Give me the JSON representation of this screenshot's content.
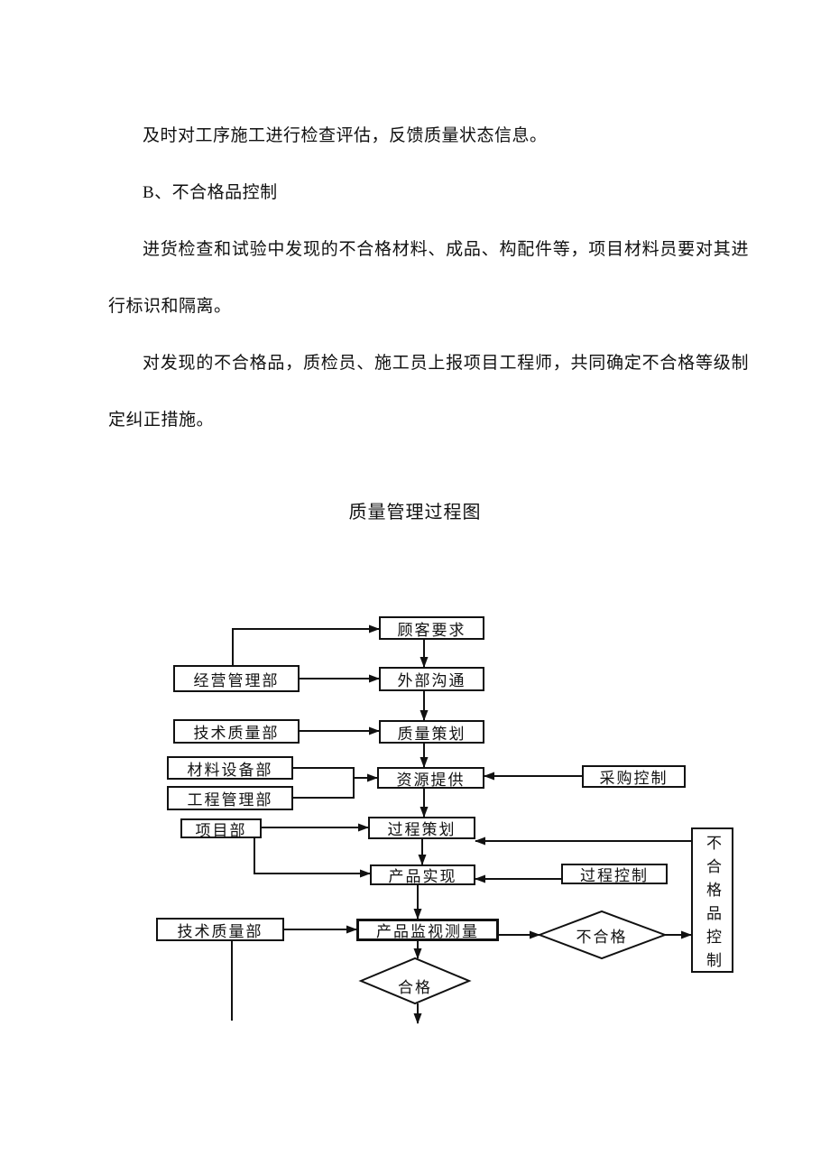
{
  "document": {
    "paragraphs": [
      "及时对工序施工进行检查评估，反馈质量状态信息。",
      "B、不合格品控制",
      "进货检查和试验中发现的不合格材料、成品、构配件等，项目材料员要对其进行标识和隔离。",
      "对发现的不合格品，质检员、施工员上报项目工程师，共同确定不合格等级制定纠正措施。"
    ],
    "figure_title": "质量管理过程图"
  },
  "flowchart": {
    "nodes": {
      "customer_req": "顾客要求",
      "biz_mgmt": "经营管理部",
      "ext_comm": "外部沟通",
      "tech_quality_1": "技术质量部",
      "quality_plan": "质量策划",
      "material_equip": "材料设备部",
      "eng_mgmt": "工程管理部",
      "resource": "资源提供",
      "procurement": "采购控制",
      "project": "项目部",
      "process_plan": "过程策划",
      "product_real": "产品实现",
      "process_ctrl": "过程控制",
      "product_monitor": "产品监视测量",
      "tech_quality_2": "技术质量部",
      "nonconform": "不合格",
      "conform": "合格",
      "nonconform_ctrl": "不合格品控制"
    },
    "line_color": "#111111"
  }
}
